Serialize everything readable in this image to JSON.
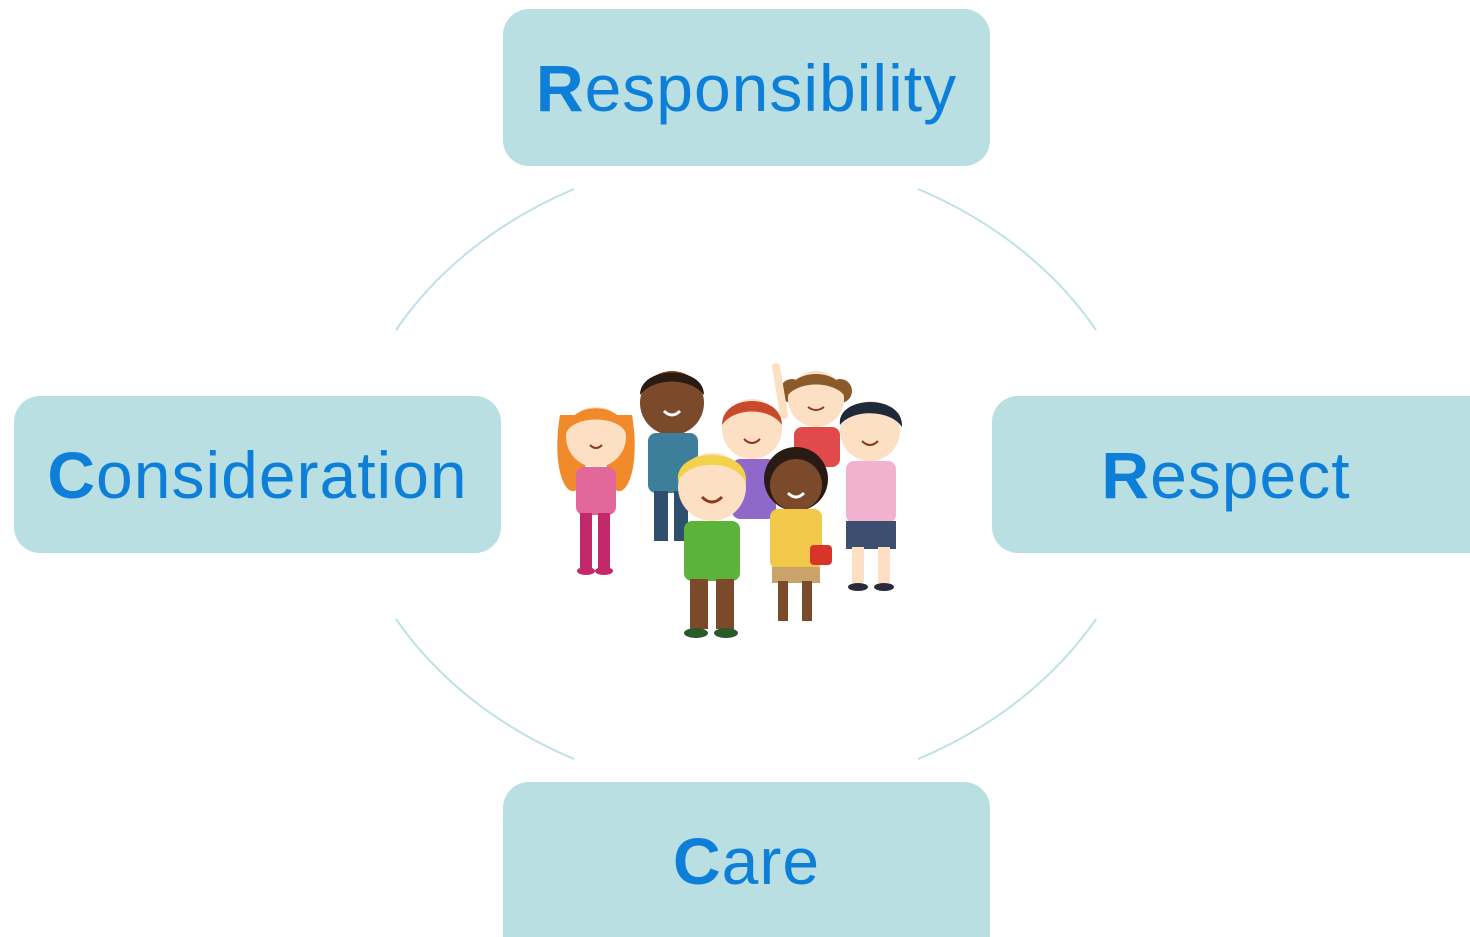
{
  "diagram": {
    "nodes": [
      {
        "id": "responsibility",
        "initial": "R",
        "rest": "esponsibility"
      },
      {
        "id": "respect",
        "initial": "R",
        "rest": "espect"
      },
      {
        "id": "care",
        "initial": "C",
        "rest": "are"
      },
      {
        "id": "consideration",
        "initial": "C",
        "rest": "onsideration"
      }
    ],
    "center_image": "group-of-children-illustration",
    "colors": {
      "box_fill": "#b9dfe3",
      "text": "#0d7fd8",
      "ring": "#b9dfe3"
    }
  }
}
